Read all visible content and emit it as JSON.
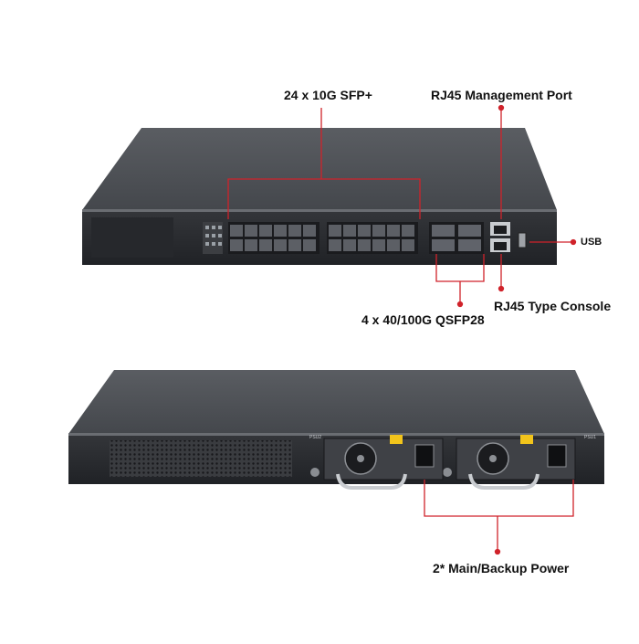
{
  "callouts": {
    "sfp": "24 x 10G SFP+",
    "mgmt": "RJ45 Management Port",
    "usb": "USB",
    "qsfp": "4 x 40/100G QSFP28",
    "console": "RJ45 Type Console",
    "power": "2* Main/Backup Power"
  },
  "panel_marks": {
    "psu2": "PSU2",
    "psu1": "PSU1"
  },
  "colors": {
    "callout_line": "#d0222a",
    "chassis_top": "#4a4d52",
    "chassis_face": "#2b2d31",
    "port_face": "#55585e"
  }
}
